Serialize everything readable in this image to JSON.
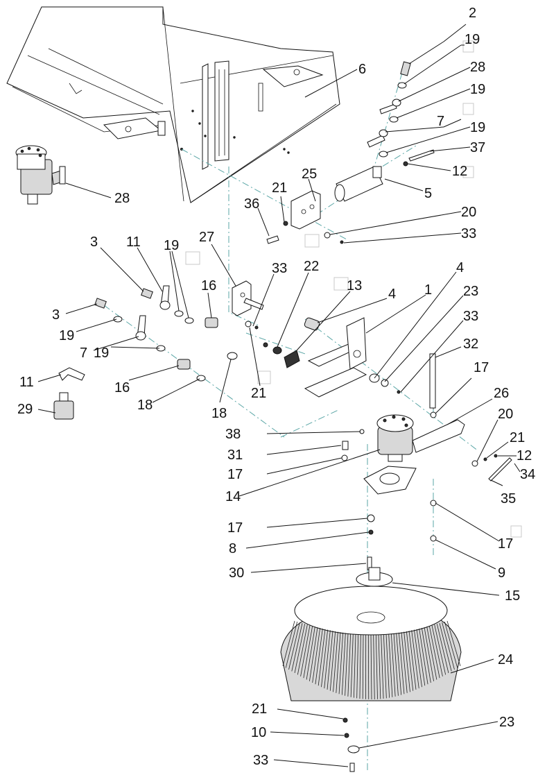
{
  "diagram": {
    "callouts": [
      {
        "id": "c2",
        "text": "2"
      },
      {
        "id": "c19a",
        "text": "19"
      },
      {
        "id": "c28a",
        "text": "28"
      },
      {
        "id": "c19b",
        "text": "19"
      },
      {
        "id": "c6",
        "text": "6"
      },
      {
        "id": "c7a",
        "text": "7"
      },
      {
        "id": "c19c",
        "text": "19"
      },
      {
        "id": "c37",
        "text": "37"
      },
      {
        "id": "c12a",
        "text": "12"
      },
      {
        "id": "c5",
        "text": "5"
      },
      {
        "id": "c28b",
        "text": "28"
      },
      {
        "id": "c25",
        "text": "25"
      },
      {
        "id": "c21a",
        "text": "21"
      },
      {
        "id": "c36",
        "text": "36"
      },
      {
        "id": "c20a",
        "text": "20"
      },
      {
        "id": "c33a",
        "text": "33"
      },
      {
        "id": "c3a",
        "text": "3"
      },
      {
        "id": "c11a",
        "text": "11"
      },
      {
        "id": "c19d",
        "text": "19"
      },
      {
        "id": "c27",
        "text": "27"
      },
      {
        "id": "c33b",
        "text": "33"
      },
      {
        "id": "c22",
        "text": "22"
      },
      {
        "id": "c13",
        "text": "13"
      },
      {
        "id": "c4a",
        "text": "4"
      },
      {
        "id": "c1",
        "text": "1"
      },
      {
        "id": "c4b",
        "text": "4"
      },
      {
        "id": "c23a",
        "text": "23"
      },
      {
        "id": "c33c",
        "text": "33"
      },
      {
        "id": "c16a",
        "text": "16"
      },
      {
        "id": "c3b",
        "text": "3"
      },
      {
        "id": "c19e",
        "text": "19"
      },
      {
        "id": "c7b",
        "text": "7"
      },
      {
        "id": "c19f",
        "text": "19"
      },
      {
        "id": "c16b",
        "text": "16"
      },
      {
        "id": "c11b",
        "text": "11"
      },
      {
        "id": "c18a",
        "text": "18"
      },
      {
        "id": "c29",
        "text": "29"
      },
      {
        "id": "c18b",
        "text": "18"
      },
      {
        "id": "c21b",
        "text": "21"
      },
      {
        "id": "c32",
        "text": "32"
      },
      {
        "id": "c17a",
        "text": "17"
      },
      {
        "id": "c26",
        "text": "26"
      },
      {
        "id": "c20b",
        "text": "20"
      },
      {
        "id": "c21c",
        "text": "21"
      },
      {
        "id": "c12b",
        "text": "12"
      },
      {
        "id": "c38",
        "text": "38"
      },
      {
        "id": "c31",
        "text": "31"
      },
      {
        "id": "c17b",
        "text": "17"
      },
      {
        "id": "c34",
        "text": "34"
      },
      {
        "id": "c14",
        "text": "14"
      },
      {
        "id": "c35",
        "text": "35"
      },
      {
        "id": "c17c",
        "text": "17"
      },
      {
        "id": "c8",
        "text": "8"
      },
      {
        "id": "c17d",
        "text": "17"
      },
      {
        "id": "c9",
        "text": "9"
      },
      {
        "id": "c30",
        "text": "30"
      },
      {
        "id": "c15",
        "text": "15"
      },
      {
        "id": "c24",
        "text": "24"
      },
      {
        "id": "c21d",
        "text": "21"
      },
      {
        "id": "c10",
        "text": "10"
      },
      {
        "id": "c23b",
        "text": "23"
      },
      {
        "id": "c33d",
        "text": "33"
      }
    ]
  }
}
